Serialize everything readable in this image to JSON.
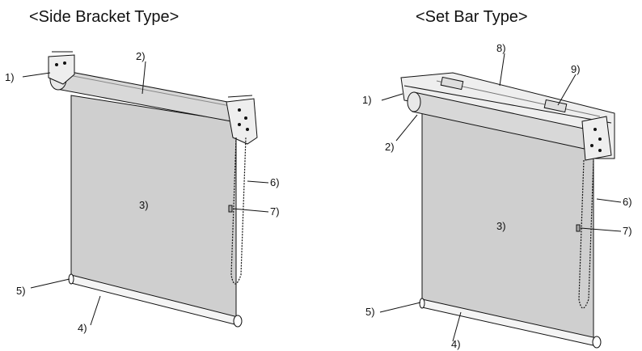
{
  "titles": {
    "left": "<Side Bracket Type>",
    "right": "<Set Bar Type>"
  },
  "callouts": {
    "left": [
      "1)",
      "2)",
      "3)",
      "4)",
      "5)",
      "6)",
      "7)"
    ],
    "right": [
      "1)",
      "2)",
      "3)",
      "4)",
      "5)",
      "6)",
      "7)",
      "8)",
      "9)"
    ]
  },
  "colors": {
    "fabric": "#c8c8c8",
    "metal": "#e6e6e6",
    "line": "#111111"
  }
}
